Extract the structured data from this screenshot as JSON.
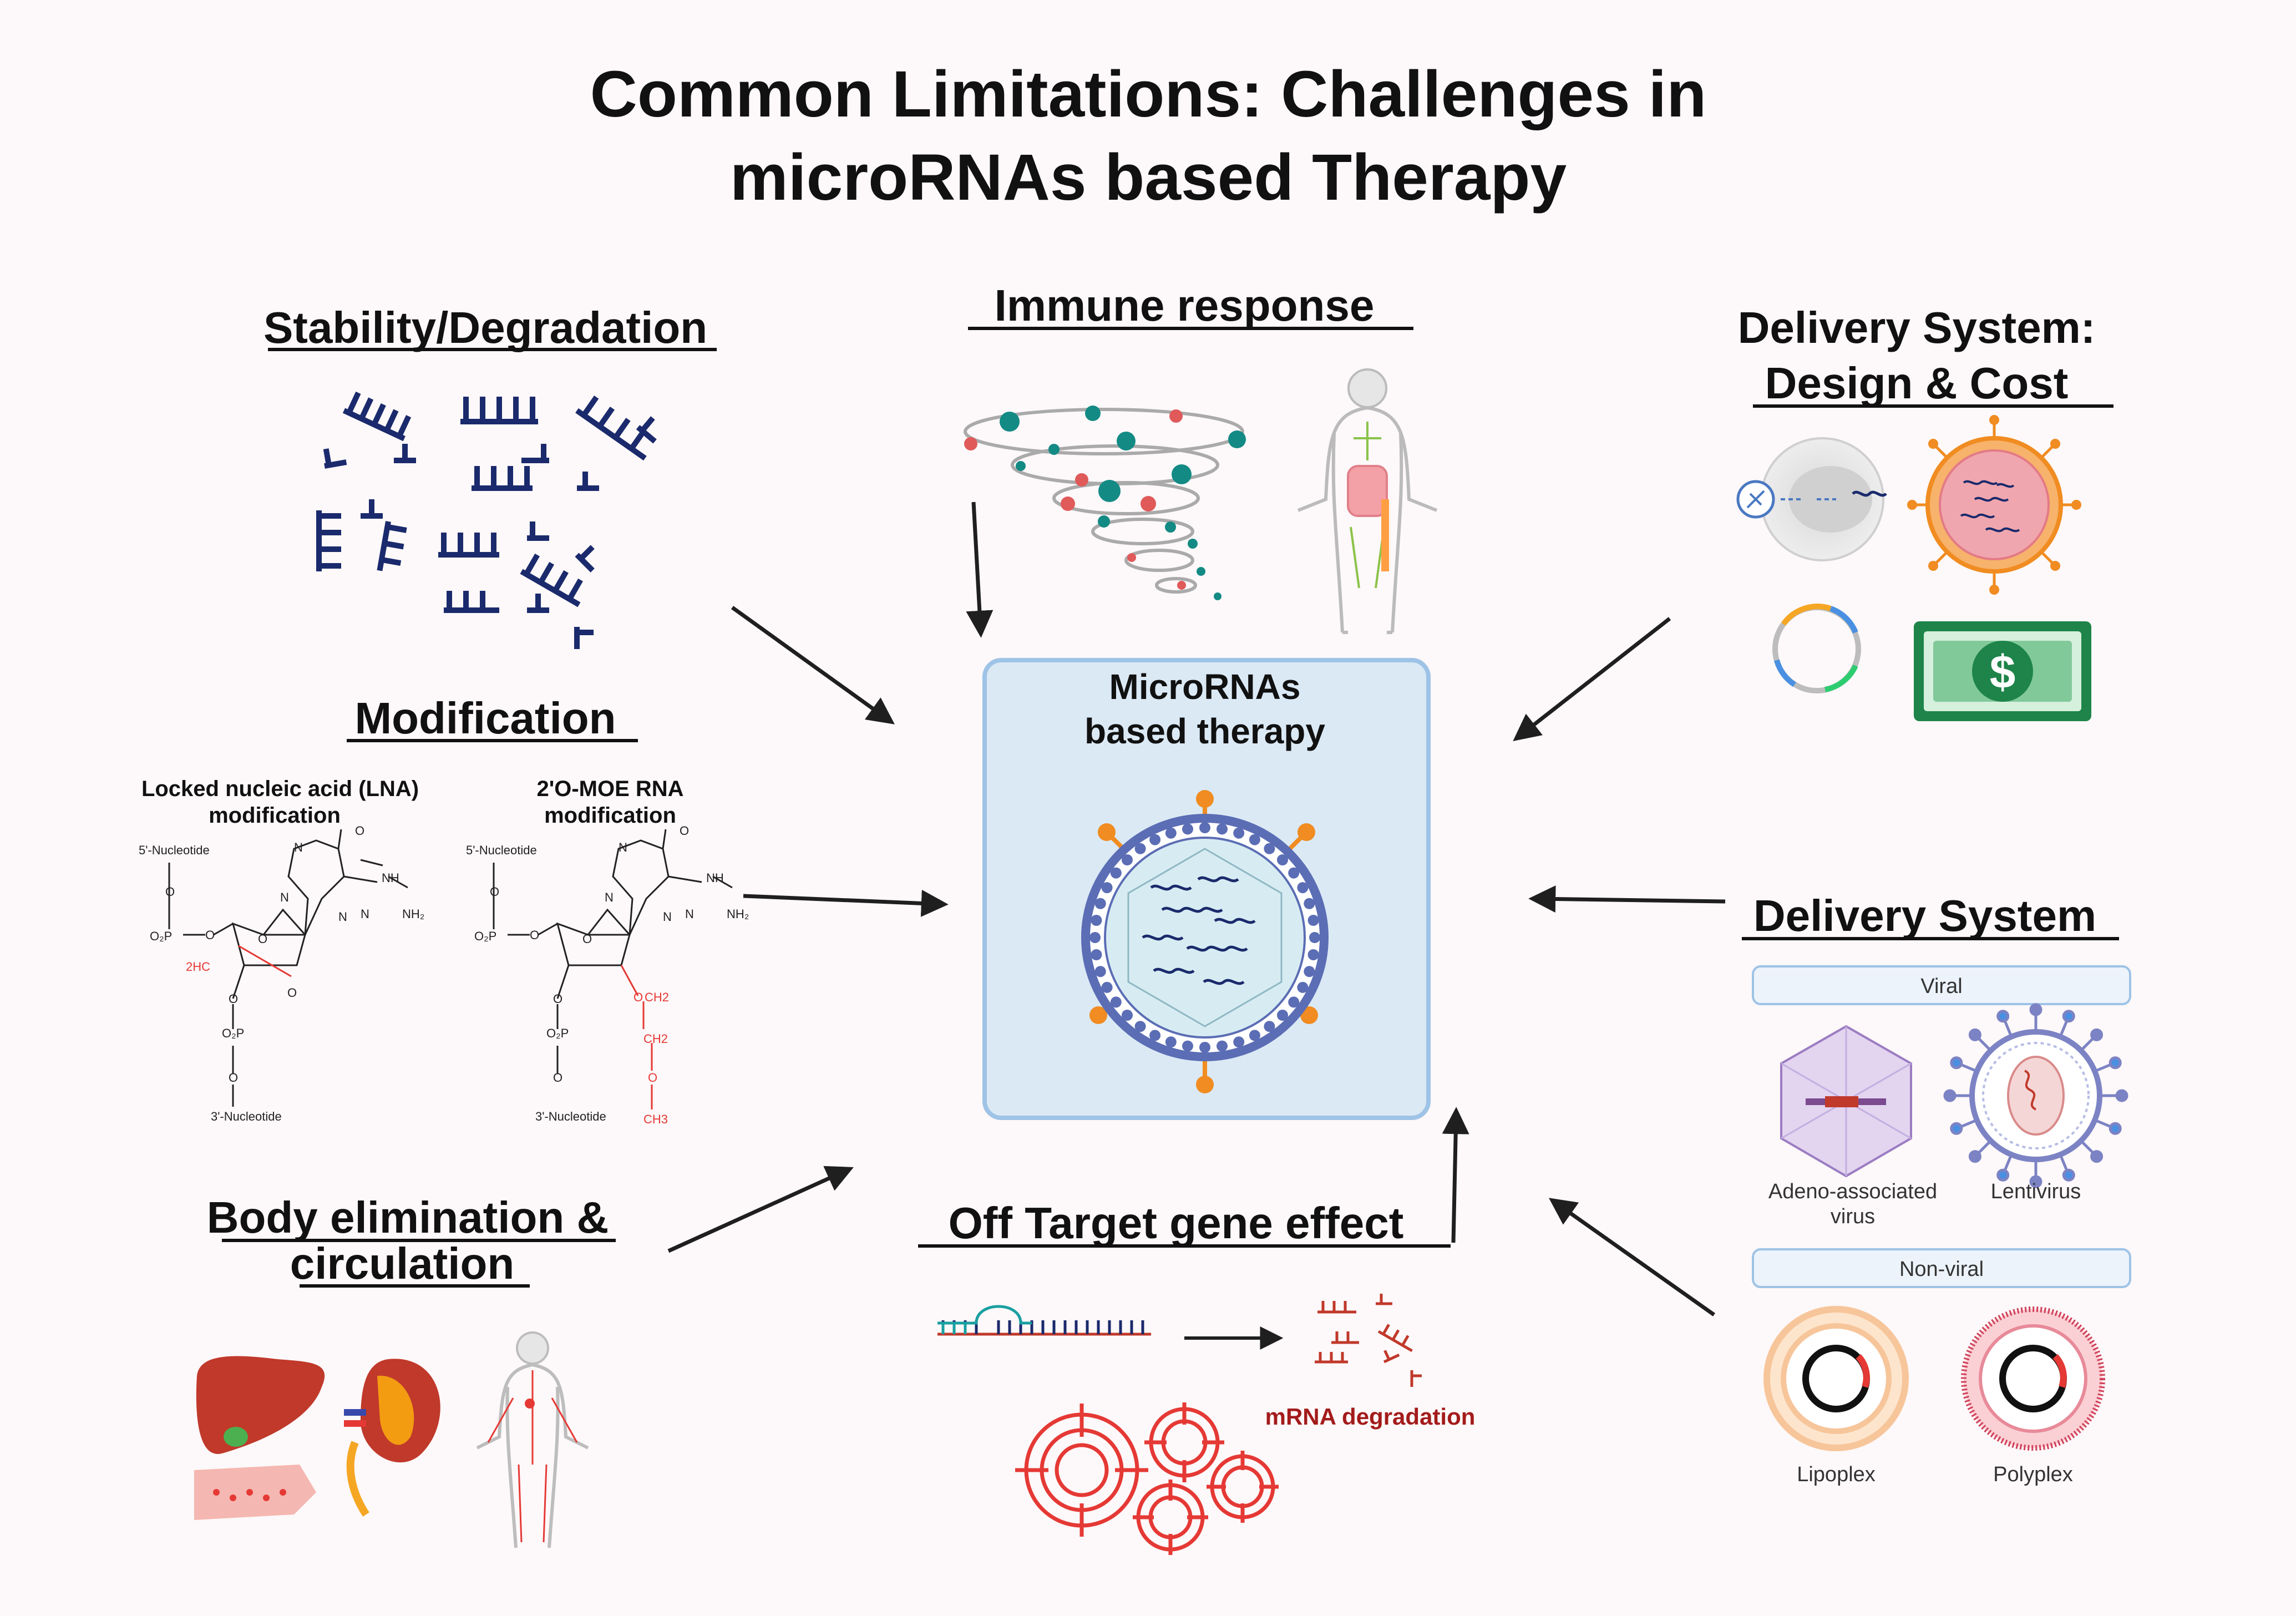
{
  "title": {
    "line1": "Common Limitations: Challenges in",
    "line2": "microRNAs based Therapy"
  },
  "center": {
    "line1": "MicroRNAs",
    "line2": "based therapy"
  },
  "sections": {
    "stability": {
      "heading": "Stability/Degradation"
    },
    "immune": {
      "heading": "Immune response"
    },
    "delivery_design": {
      "heading_line1": "Delivery System:",
      "heading_line2": "Design & Cost"
    },
    "modification": {
      "heading": "Modification",
      "lna_label_line1": "Locked nucleic acid (LNA)",
      "lna_label_line2": "modification",
      "moe_label_line1": "2'O-MOE RNA",
      "moe_label_line2": "modification",
      "five_prime": "5'-Nucleotide",
      "three_prime": "3'-Nucleotide",
      "hc2": "2HC",
      "ch2": "CH2",
      "ch3": "CH3",
      "nh": "NH",
      "nh2": "NH₂",
      "o": "O",
      "n": "N",
      "o2p": "O₂P"
    },
    "delivery": {
      "heading": "Delivery System",
      "viral_label": "Viral",
      "nonviral_label": "Non-viral",
      "aav_line1": "Adeno-associated",
      "aav_line2": "virus",
      "lentivirus": "Lentivirus",
      "lipoplex": "Lipoplex",
      "polyplex": "Polyplex"
    },
    "body": {
      "heading_line1": "Body elimination &",
      "heading_line2": "circulation"
    },
    "offtarget": {
      "heading": "Off Target gene effect",
      "mrna_label": "mRNA degradation"
    }
  },
  "colors": {
    "background": "#fdf8f9",
    "navy": "#1a2a6c",
    "center_box_fill": "#dbe9f5",
    "center_box_stroke": "#9ec3e6",
    "orange": "#f08c21",
    "red": "#e53935",
    "green_money": "#1e8449",
    "teal": "#138a84"
  }
}
